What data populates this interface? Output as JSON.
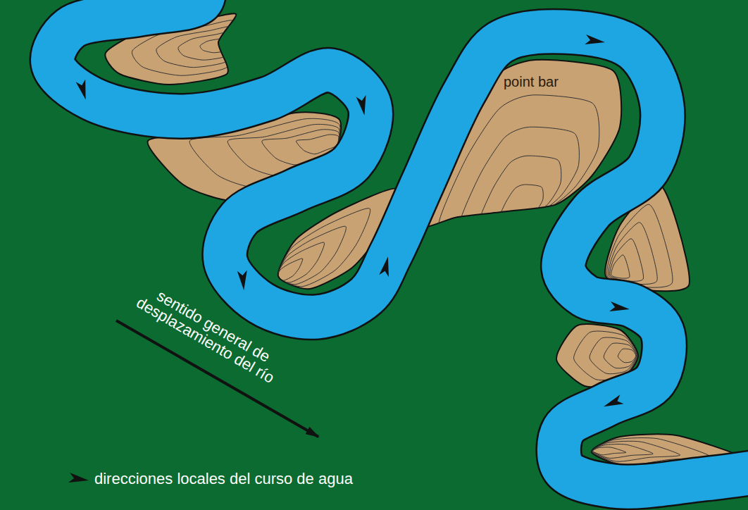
{
  "diagram": {
    "labels": [
      "point bar",
      "sentido general de desplazamiento del río"
    ],
    "legend": [
      {
        "text": "direcciones locales del curso de agua"
      }
    ]
  }
}
